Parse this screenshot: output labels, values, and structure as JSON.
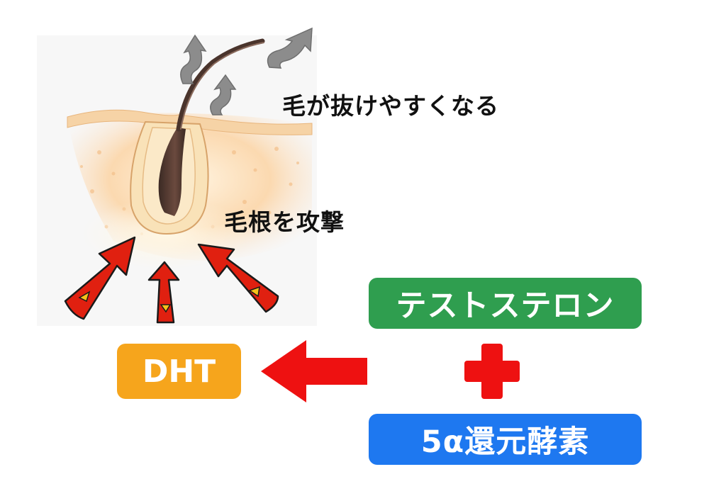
{
  "captions": {
    "hair_falls": "毛が抜けやすくなる",
    "attack_root": "毛根を攻撃"
  },
  "pills": {
    "dht": "DHT",
    "testosterone": "テストステロン",
    "enzyme": "5α還元酵素"
  },
  "colors": {
    "dht_pill": "#f6a51c",
    "testosterone_pill": "#2f9e4f",
    "enzyme_pill": "#1e78f0",
    "plus": "#ee1111",
    "arrow": "#ee1111",
    "attack_arrow": "#e02010",
    "smoke_arrow": "#8a8a8a"
  },
  "icons": {
    "plus": "plus-icon",
    "conversion_arrow": "left-arrow-icon",
    "attack_arrows": "red-arrow-icon",
    "smoke": "wavy-arrow-icon"
  }
}
